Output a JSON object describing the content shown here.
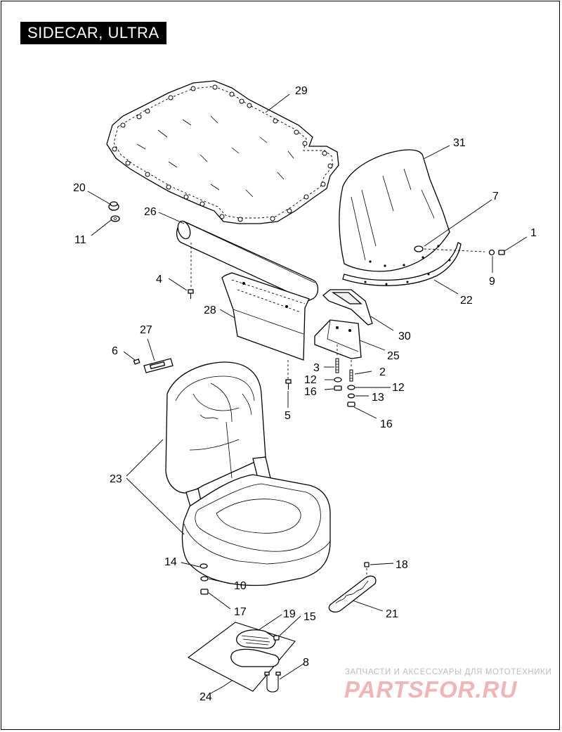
{
  "title": "SIDECAR, ULTRA",
  "watermark": {
    "line1": "ЗАПЧАСТИ И АКСЕССУАРЫ ДЛЯ МОТОТЕХНИКИ",
    "line2": "PARTSFOR.RU",
    "color_text": "#bdbdbd",
    "color_logo": "#f1b5b5"
  },
  "callouts": {
    "c1": "1",
    "c2": "2",
    "c3": "3",
    "c4": "4",
    "c5": "5",
    "c6": "6",
    "c7": "7",
    "c8": "8",
    "c9": "9",
    "c10": "10",
    "c11": "11",
    "c12a": "12",
    "c12b": "12",
    "c13": "13",
    "c14": "14",
    "c15": "15",
    "c16a": "16",
    "c16b": "16",
    "c17": "17",
    "c18": "18",
    "c19": "19",
    "c20": "20",
    "c21": "21",
    "c22": "22",
    "c23": "23",
    "c24": "24",
    "c25": "25",
    "c26": "26",
    "c27": "27",
    "c28": "28",
    "c29": "29",
    "c30": "30",
    "c31": "31"
  }
}
